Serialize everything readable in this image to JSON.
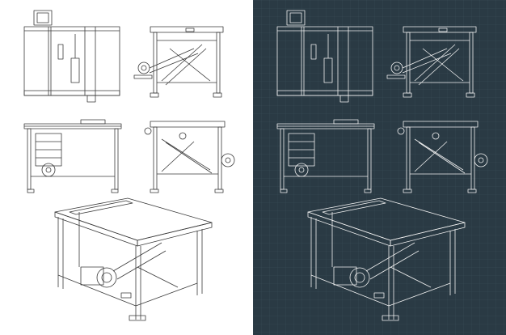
{
  "panels": [
    {
      "id": "light",
      "background": "#ffffff",
      "stroke": "#3a3a3a"
    },
    {
      "id": "dark",
      "background": "#2a3a44",
      "stroke": "#f2f2f2",
      "grid": true
    }
  ],
  "views": [
    "front-elevation",
    "side-elevation",
    "top-front-view",
    "side-view-2",
    "isometric-view"
  ]
}
